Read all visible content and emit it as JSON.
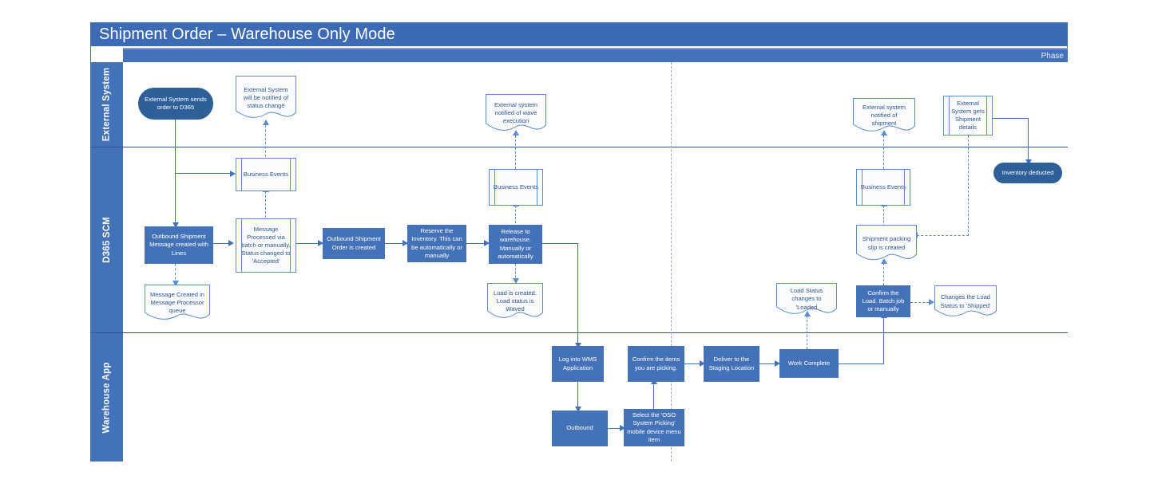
{
  "diagram": {
    "title": "Shipment Order – Warehouse Only Mode",
    "phase_label": "Phase",
    "accent_color": "#4472b8",
    "title_bar_color": "#3d6ab5",
    "terminator_color": "#2f5f99"
  },
  "lanes": [
    {
      "id": "external-system",
      "label": "External System"
    },
    {
      "id": "d365-scm",
      "label": "D365 SCM"
    },
    {
      "id": "warehouse-app",
      "label": "Warehouse App"
    }
  ],
  "nodes": {
    "ext_sends_order": "External System sends order to D365",
    "ext_notified_status": "External System will be notified of status change",
    "ext_notified_wave": "External system notified of wave execution",
    "ext_notified_shipment": "External system notified of shipment",
    "ext_gets_shipment": "External System gets Shipment details",
    "inventory_deducted": "Inventory deducted",
    "business_events_1": "Business Events",
    "business_events_2": "Business Events",
    "business_events_3": "Business Events",
    "outbound_msg_created": "Outbound Shipment Message created with Lines",
    "msg_created_queue": "Message Created in Message Processor queue",
    "msg_processed": "Message Processed via batch or manually. Status changed to 'Accepted'",
    "outbound_order_created": "Outbound Shipment Order is created",
    "reserve_inventory": "Reserve the Inventory. This can be automatically or manually",
    "release_to_warehouse": "Release to warehouse. Manually or automatically",
    "load_created_waved": "Load is created. Load status is Waved",
    "load_status_loaded": "Load Status changes to 'Loaded",
    "shipment_packing_slip": "Shipment packing slip is created",
    "confirm_load": "Confirm the Load. Batch job or manually",
    "changes_load_shipped": "Changes the Load Status to 'Shipped'",
    "log_into_wms": "Log into WMS Application",
    "outbound": "Outbound",
    "select_oso_picking": "Select the 'OSO System Picking' mobile device menu item",
    "confirm_items_picking": "Confirm the items you are picking.",
    "deliver_staging": "Deliver to the Staging Location",
    "work_complete": "Work Complete"
  }
}
